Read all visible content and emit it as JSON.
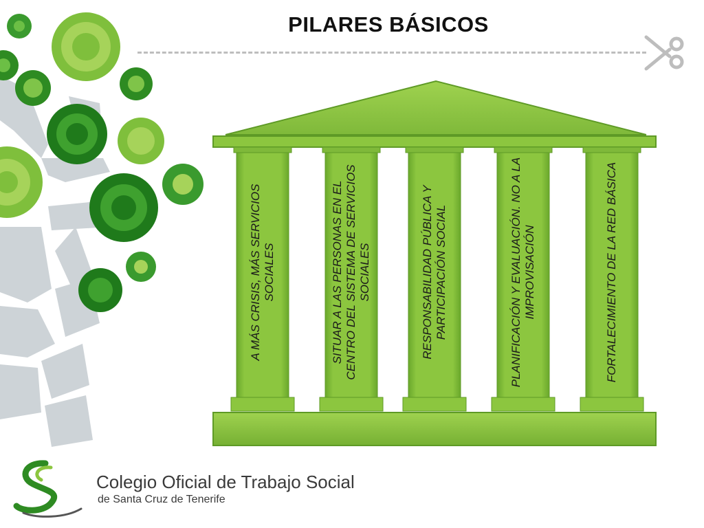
{
  "slide": {
    "title": "PILARES BÁSICOS"
  },
  "temple": {
    "pillars": [
      {
        "label": "A MÁS CRISIS, MÁS SERVICIOS SOCIALES"
      },
      {
        "label": "SITUAR A LAS PERSONAS EN EL CENTRO DEL SISTEMA DE SERVICIOS SOCIALES"
      },
      {
        "label": "RESPONSABILIDAD PÚBLICA Y PARTICIPACIÓN SOCIAL"
      },
      {
        "label": "PLANIFICACIÓN Y EVALUACIÓN. NO A LA IMPROVISACIÓN"
      },
      {
        "label": "FORTALECIMIENTO DE LA RED BÁSICA"
      }
    ]
  },
  "logo": {
    "line1": "Colegio Oficial de Trabajo Social",
    "line2": "de Santa Cruz de Tenerife"
  },
  "colors": {
    "pillar_green": "#8cc63f",
    "dark_green": "#2e8b22",
    "tree_gray": "#c9cfd3"
  }
}
